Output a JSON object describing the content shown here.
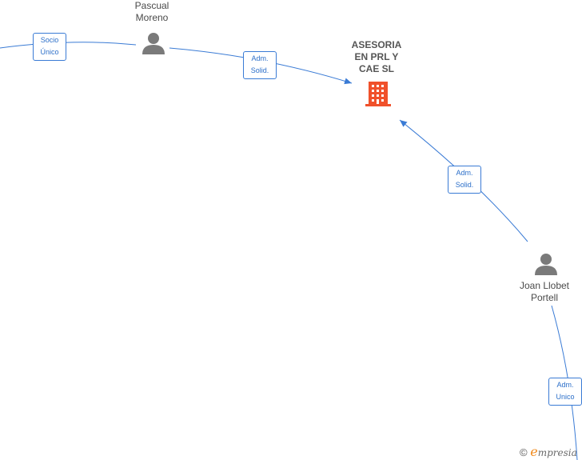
{
  "company": {
    "name_lines": [
      "ASESORIA",
      "EN PRL Y",
      "CAE  SL"
    ],
    "color": "#f0512b"
  },
  "people": [
    {
      "id": "pascual",
      "name_lines": [
        "Pascual",
        "Moreno"
      ]
    },
    {
      "id": "joan",
      "name_lines": [
        "Joan Llobet",
        "Portell"
      ]
    }
  ],
  "edges": [
    {
      "id": "socio-unico",
      "label_lines": [
        "Socio",
        "Único"
      ]
    },
    {
      "id": "adm-solid-1",
      "label_lines": [
        "Adm.",
        "Solid."
      ]
    },
    {
      "id": "adm-solid-2",
      "label_lines": [
        "Adm.",
        "Solid."
      ]
    },
    {
      "id": "adm-unico",
      "label_lines": [
        "Adm.",
        "Unico"
      ]
    }
  ],
  "brand": {
    "copyright": "©",
    "e": "e",
    "rest": "mpresia"
  },
  "colors": {
    "edge": "#3a7bd5",
    "person": "#7a7a7a"
  }
}
